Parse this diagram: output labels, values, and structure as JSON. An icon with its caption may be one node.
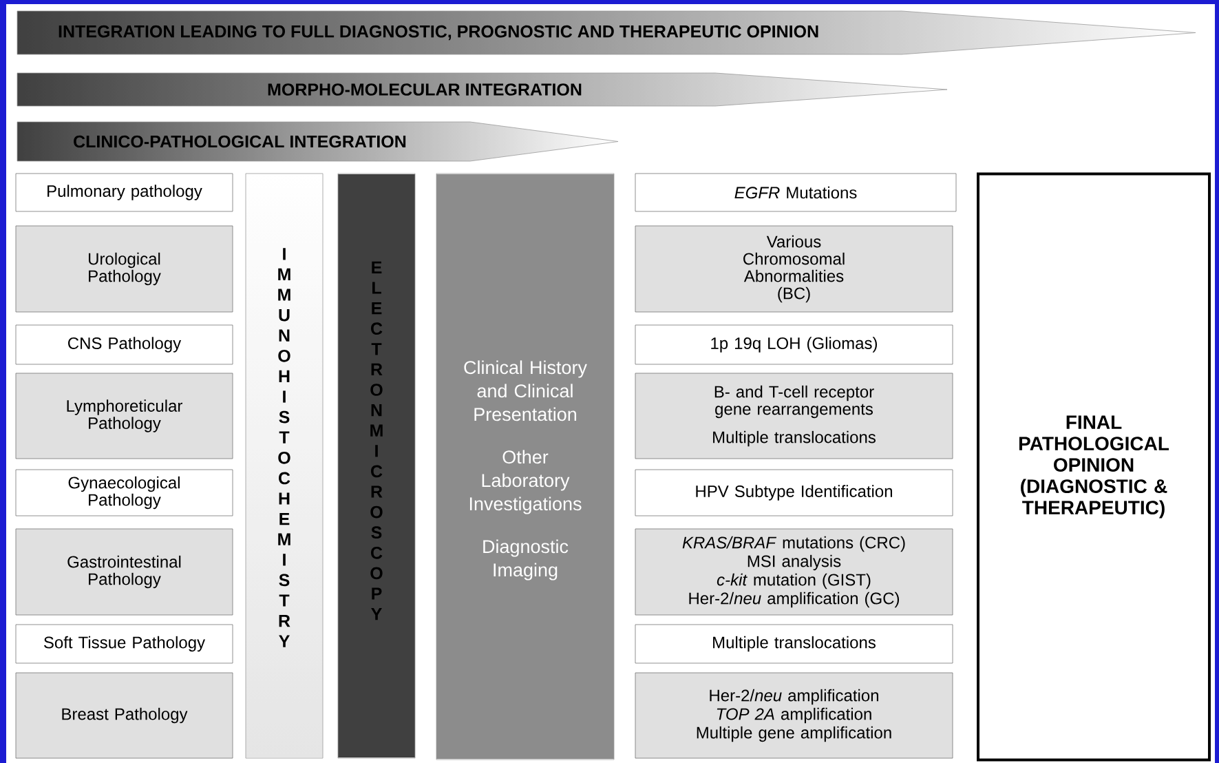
{
  "diagram": {
    "nodes": [
      {
        "text": [
          "INTEGRATION LEADING TO FULL DIAGNOSTIC, PROGNOSTIC AND THERAPEUTIC OPINION"
        ]
      },
      {
        "text": [
          "MORPHO-MOLECULAR INTEGRATION"
        ]
      },
      {
        "text": [
          "CLINICO-PATHOLOGICAL INTEGRATION"
        ]
      },
      {
        "text": [
          "Pulmonary pathology"
        ]
      },
      {
        "text": [
          "Urological Pathology"
        ]
      },
      {
        "text": [
          "CNS Pathology"
        ]
      },
      {
        "text": [
          "Lymphoreticular Pathology"
        ]
      },
      {
        "text": [
          "Gynaecological Pathology"
        ]
      },
      {
        "text": [
          "Gastrointestinal Pathology"
        ]
      },
      {
        "text": [
          "Soft Tissue Pathology"
        ]
      },
      {
        "text": [
          "Breast Pathology"
        ]
      },
      {
        "text": [
          "IMMUNOHISTOCHEMISTRY"
        ]
      },
      {
        "text": [
          "ELECTRON MICROSCOPY"
        ]
      },
      {
        "text": [
          "Clinical History and Clinical Presentation",
          "Other Laboratory Investigations",
          "Diagnostic Imaging"
        ]
      },
      {
        "text": [
          "*EGFR* Mutations"
        ]
      },
      {
        "text": [
          "Various Chromosomal Abnormalities (BC)"
        ]
      },
      {
        "text": [
          "1p 19q LOH (Gliomas)"
        ]
      },
      {
        "text": [
          "B- and T-cell receptor gene rearrangements",
          "Multiple translocations"
        ]
      },
      {
        "text": [
          "HPV Subtype Identification"
        ]
      },
      {
        "text": [
          "*KRAS/BRAF* mutations (CRC)",
          "MSI analysis",
          "*c-kit* mutation (GIST)",
          "Her-2/*neu* amplification (GC)"
        ]
      },
      {
        "text": [
          "Multiple translocations"
        ]
      },
      {
        "text": [
          "Her-2/*neu* amplification",
          "*TOP 2A* amplification",
          "Multiple gene amplification"
        ]
      },
      {
        "text": [
          "FINAL PATHOLOGICAL OPINION (DIAGNOSTIC & THERAPEUTIC)"
        ]
      }
    ]
  }
}
